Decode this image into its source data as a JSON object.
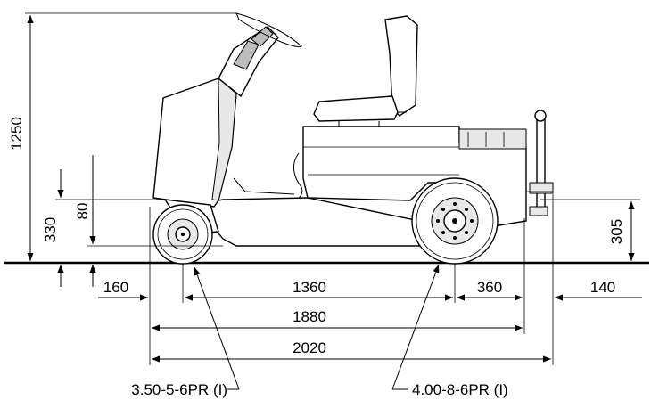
{
  "dimensions": {
    "overall_height": "1250",
    "ground_to_frame": "330",
    "front_clearance": "80",
    "hitch_height": "305",
    "front_overhang": "160",
    "wheelbase": "1360",
    "rear_overhang": "360",
    "hitch_length": "140",
    "body_length": "1880",
    "overall_length": "2020"
  },
  "tires": {
    "front": "3.50-5-6PR (I)",
    "rear": "4.00-8-6PR (I)"
  }
}
